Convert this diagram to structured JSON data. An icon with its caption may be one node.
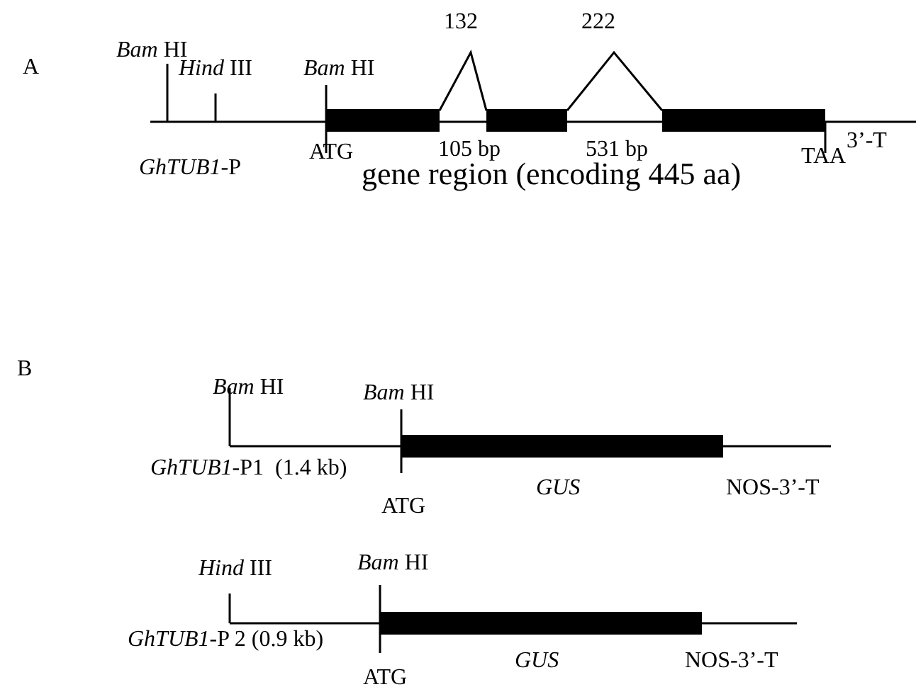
{
  "diagram": {
    "labels": [
      "132",
      "222",
      "A",
      "*Bam* HI",
      "*Hind* III",
      "*Bam* HI",
      "ATG",
      "105 bp",
      "531 bp",
      "3’-T",
      "TAA",
      "*GhTUB1*-P",
      "gene region (encoding 445 aa)",
      "B",
      "*Bam* HI",
      "*Bam* HI",
      "*GhTUB1*-P1  (1.4 kb)",
      "GUS",
      "NOS-3’-T",
      "ATG",
      "*Hind* III",
      "*Bam* HI",
      "*GhTUB1*-P 2 (0.9 kb)",
      "GUS",
      "NOS-3’-T",
      "ATG"
    ]
  }
}
